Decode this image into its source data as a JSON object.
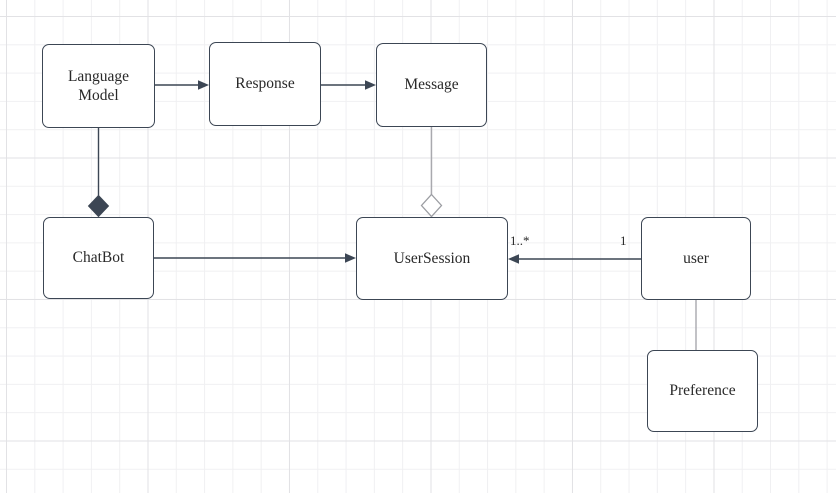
{
  "canvas": {
    "background": "#ffffff",
    "grid_minor_color": "#f0f0f2",
    "grid_major_color": "#e2e2e5"
  },
  "colors": {
    "node_border": "#3c4654",
    "node_fill": "#ffffff",
    "edge_dark": "#3c4654",
    "edge_gray": "#a9a9ae",
    "label_text": "#292929"
  },
  "nodes": {
    "language_model": {
      "label": "Language Model"
    },
    "response": {
      "label": "Response"
    },
    "message": {
      "label": "Message"
    },
    "chatbot": {
      "label": "ChatBot"
    },
    "user_session": {
      "label": "UserSession"
    },
    "user": {
      "label": "user"
    },
    "preference": {
      "label": "Preference"
    }
  },
  "edges": [
    {
      "from": "language_model",
      "to": "response",
      "type": "directed-arrow"
    },
    {
      "from": "response",
      "to": "message",
      "type": "directed-arrow"
    },
    {
      "from": "language_model",
      "to": "chatbot",
      "type": "composition-filled-diamond"
    },
    {
      "from": "message",
      "to": "user_session",
      "type": "aggregation-hollow-diamond"
    },
    {
      "from": "chatbot",
      "to": "user_session",
      "type": "directed-arrow"
    },
    {
      "from": "user",
      "to": "user_session",
      "type": "directed-arrow",
      "label_at_source": "1",
      "label_at_target": "1..*"
    },
    {
      "from": "user",
      "to": "preference",
      "type": "plain-line"
    }
  ]
}
